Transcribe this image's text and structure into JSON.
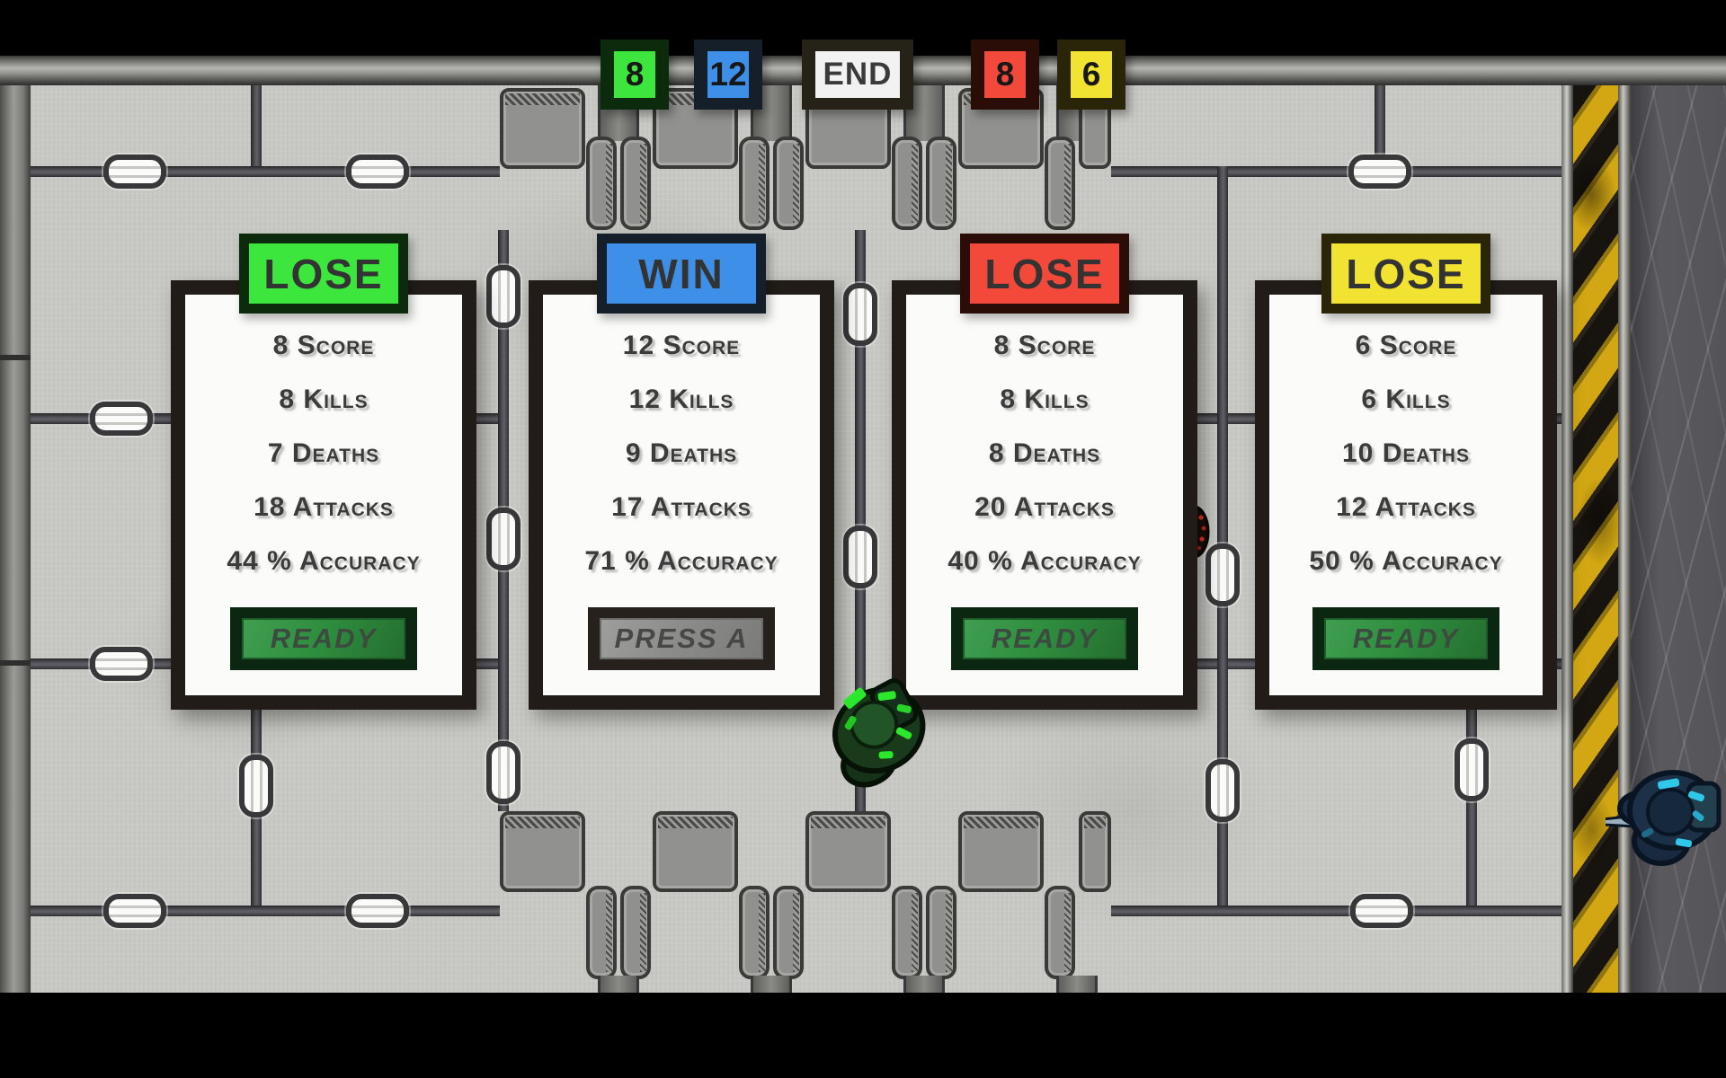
{
  "screen": "match-end-scoreboard",
  "scoreboard": {
    "green": {
      "value": "8",
      "color": "#3ce63c",
      "frame": "#0c2a0c"
    },
    "blue": {
      "value": "12",
      "color": "#3d8fe8",
      "frame": "#141f2a"
    },
    "end": {
      "label": "END",
      "color": "#f2f2f2",
      "frame": "#272218"
    },
    "red": {
      "value": "8",
      "color": "#f2493a",
      "frame": "#2a0d07"
    },
    "yellow": {
      "value": "6",
      "color": "#f2e232",
      "frame": "#2a2408"
    }
  },
  "panels": [
    {
      "player": "green",
      "result": "LOSE",
      "color": "#3ce63c",
      "frame": "#0c2a0c",
      "stats": [
        "8 Score",
        "8 Kills",
        "7 Deaths",
        "18 Attacks",
        "44 % Accuracy"
      ],
      "button": {
        "label": "READY",
        "state": "ready"
      }
    },
    {
      "player": "blue",
      "result": "WIN",
      "color": "#3d8fe8",
      "frame": "#141f2a",
      "stats": [
        "12 Score",
        "12 Kills",
        "9 Deaths",
        "17 Attacks",
        "71 % Accuracy"
      ],
      "button": {
        "label": "PRESS A",
        "state": "waiting"
      }
    },
    {
      "player": "red",
      "result": "LOSE",
      "color": "#f2493a",
      "frame": "#2a0d07",
      "stats": [
        "8 Score",
        "8 Kills",
        "8 Deaths",
        "20 Attacks",
        "40 % Accuracy"
      ],
      "button": {
        "label": "READY",
        "state": "ready"
      }
    },
    {
      "player": "yellow",
      "result": "LOSE",
      "color": "#f2e232",
      "frame": "#2a2408",
      "stats": [
        "6 Score",
        "6 Kills",
        "10 Deaths",
        "12 Attacks",
        "50 % Accuracy"
      ],
      "button": {
        "label": "READY",
        "state": "ready"
      }
    }
  ],
  "sprites": {
    "green_soldier": {
      "body": "#1a3a1c",
      "highlight": "#2ce82c"
    },
    "blue_soldier": {
      "body": "#1c3048",
      "highlight": "#2fc8e8",
      "weapon": "knife"
    },
    "red_soldier_peek": {
      "body": "#1a0d09",
      "highlight": "#e23222"
    }
  },
  "environment": {
    "hazard_stripe_yellow": "#d2a713",
    "floor_light": "#c8c8c4",
    "floor_dark": "#555458"
  }
}
